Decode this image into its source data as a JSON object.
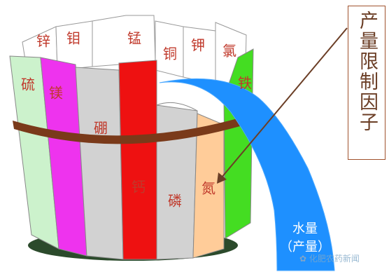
{
  "staves": [
    {
      "id": "s1",
      "label": "硫",
      "color": "#ccf2cc"
    },
    {
      "id": "s2",
      "label": "锌",
      "color": "#ffffff"
    },
    {
      "id": "s3",
      "label": "镁",
      "color": "#ee33ee"
    },
    {
      "id": "s4",
      "label": "钼",
      "color": "#ffffff"
    },
    {
      "id": "s5",
      "label": "硼",
      "color": "#d2d2d2"
    },
    {
      "id": "s6",
      "label": "锰",
      "color": "#ffffff"
    },
    {
      "id": "s7",
      "label": "钙",
      "color": "#ee1111"
    },
    {
      "id": "s8",
      "label": "铜",
      "color": "#ffffff"
    },
    {
      "id": "s9",
      "label": "磷",
      "color": "#d2d2d2"
    },
    {
      "id": "s10",
      "label": "钾",
      "color": "#ffffff"
    },
    {
      "id": "s11",
      "label": "氮",
      "color": "#ffcc99"
    },
    {
      "id": "s12",
      "label": "氯",
      "color": "#ffffff"
    },
    {
      "id": "s13",
      "label": "铁",
      "color": "#44dd22"
    }
  ],
  "callout": {
    "text": "产量限制因子"
  },
  "water": {
    "line1": "水量",
    "line2": "（产量）",
    "color": "#1e90ff"
  },
  "band_color": "#7a3a1a",
  "watermark": {
    "text": "化肥农药新闻"
  }
}
